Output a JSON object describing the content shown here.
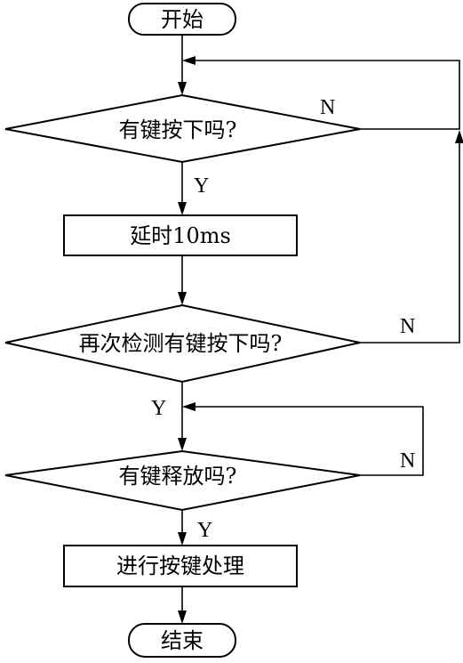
{
  "nodes": {
    "start": "开始",
    "check_key": "有键按下吗?",
    "delay": "延时10ms",
    "recheck_key": "再次检测有键按下吗?",
    "check_release": "有键释放吗?",
    "process_key": "进行按键处理",
    "end": "结束"
  },
  "edges": {
    "check_key_no": "N",
    "check_key_yes": "Y",
    "recheck_no": "N",
    "recheck_yes": "Y",
    "release_no": "N",
    "release_yes": "Y"
  }
}
